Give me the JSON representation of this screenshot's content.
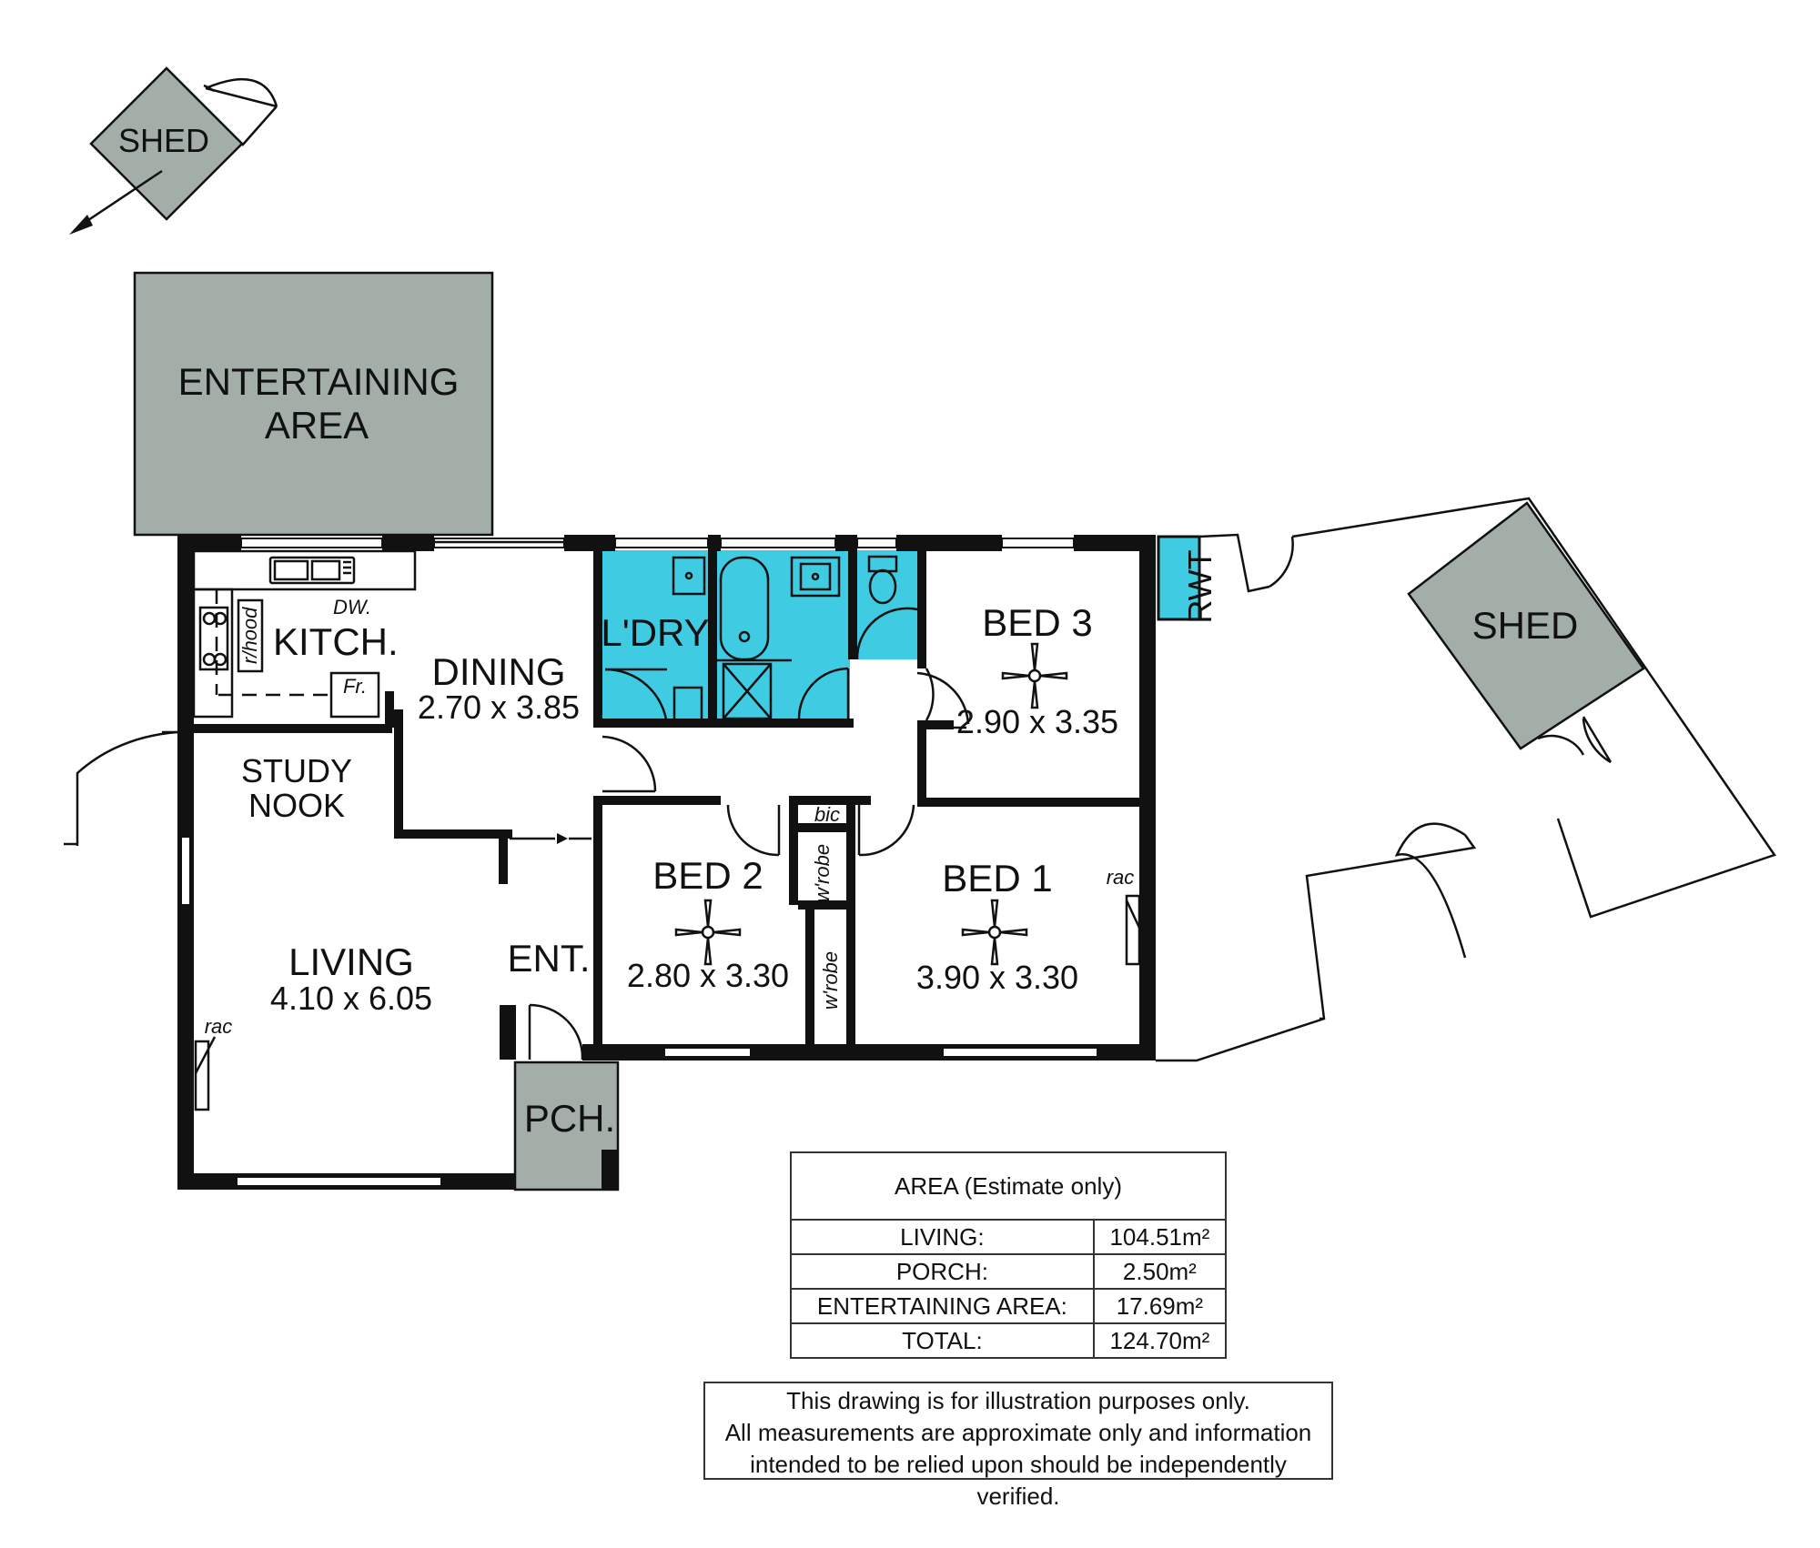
{
  "rooms": {
    "shed_top": "SHED",
    "entertaining_line1": "ENTERTAINING",
    "entertaining_line2": "AREA",
    "kitchen": "KITCH.",
    "dw": "DW.",
    "rhood": "r/hood",
    "fridge": "Fr.",
    "dining": "DINING",
    "dining_dim": "2.70 x 3.85",
    "laundry": "L'DRY",
    "bed3": "BED 3",
    "bed3_dim": "2.90 x 3.35",
    "rwt": "RWT",
    "shed_right": "SHED",
    "study_line1": "STUDY",
    "study_line2": "NOOK",
    "living": "LIVING",
    "living_dim": "4.10 x 6.05",
    "rac_living": "rac",
    "entry": "ENT.",
    "bed2": "BED 2",
    "bed2_dim": "2.80 x 3.30",
    "bic": "bic",
    "wrobe_upper": "w'robe",
    "wrobe_lower": "w'robe",
    "bed1": "BED 1",
    "bed1_dim": "3.90 x 3.30",
    "rac_bed1": "rac",
    "porch": "PCH."
  },
  "area_table": {
    "header": "AREA (Estimate only)",
    "rows": [
      {
        "label": "LIVING:",
        "value": "104.51m²"
      },
      {
        "label": "PORCH:",
        "value": "2.50m²"
      },
      {
        "label": "ENTERTAINING AREA:",
        "value": "17.69m²"
      },
      {
        "label": "TOTAL:",
        "value": "124.70m²"
      }
    ]
  },
  "disclaimer": {
    "line1": "This drawing is for illustration purposes only.",
    "line2": "All measurements are approximate only and information",
    "line3": "intended to be relied upon should be independently verified."
  },
  "colors": {
    "wet_area": "#3fcbe2",
    "outdoor_structure": "#a3aea9",
    "wall": "#111111"
  }
}
